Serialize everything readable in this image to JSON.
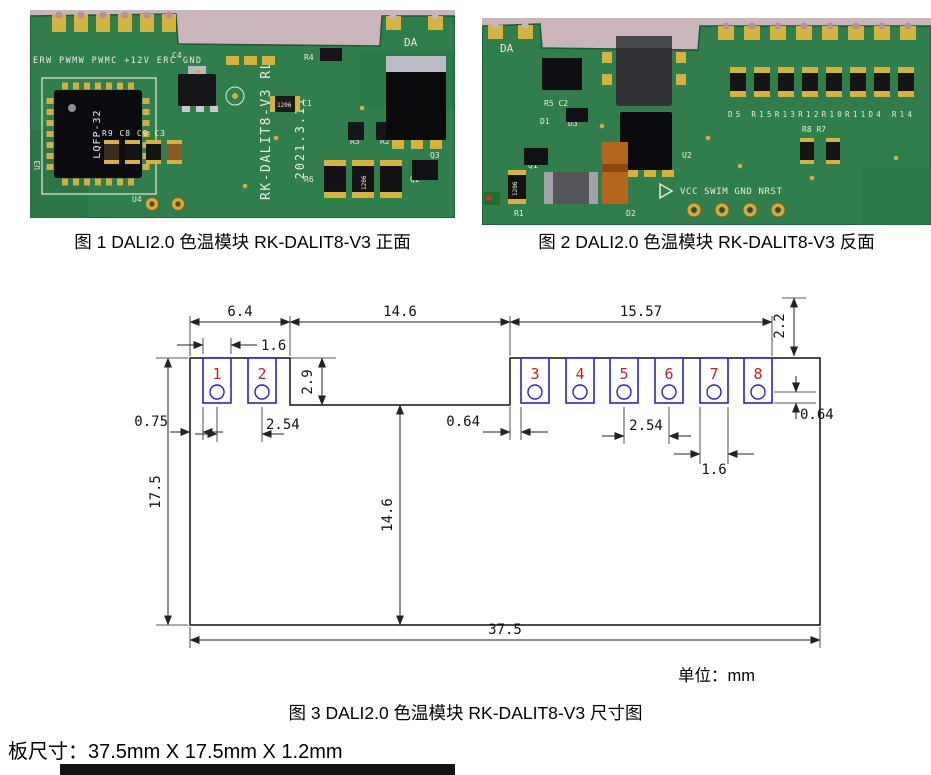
{
  "figures": {
    "fig1_caption": "图 1 DALI2.0 色温模块 RK-DALIT8-V3  正面",
    "fig2_caption": "图 2 DALI2.0 色温模块 RK-DALIT8-V3  反面",
    "fig3_caption": "图 3 DALI2.0 色温模块 RK-DALIT8-V3  尺寸图"
  },
  "common": {
    "res_code": "1206"
  },
  "pcb_front": {
    "silkscreen": {
      "pin_row": "ERW PWMW PWMC +12V ERC GND",
      "da": "DA",
      "chip": "LQFP-32",
      "u3": "U3",
      "u4": "U4",
      "model": "RK-DALIT8-V3 RL",
      "date": "2021.3.11",
      "c4": "C4",
      "r4": "R4",
      "c1": "C1",
      "row": "R9 C8 C9 C3",
      "r3": "R3",
      "r2": "R2",
      "q3": "Q3",
      "r6": "R6",
      "q2": "Q2"
    }
  },
  "pcb_back": {
    "silkscreen": {
      "da": "DA",
      "r5c2": "R5 C2",
      "d1": "D1",
      "d3": "D3",
      "u2": "U2",
      "res_row": "D5 R15R13R12R10R11D4 R14",
      "r8r7": "R8 R7",
      "q1": "Q1",
      "r1": "R1",
      "d2": "D2",
      "bottom_row": "VCC SWIM GND NRST"
    }
  },
  "drawing": {
    "unit": "单位：mm",
    "pads": [
      "1",
      "2",
      "3",
      "4",
      "5",
      "6",
      "7",
      "8"
    ],
    "dims": {
      "sec_left": "6.4",
      "sec_mid": "14.6",
      "sec_right": "15.57",
      "pad_height": "2.2",
      "pad_w_left": "1.6",
      "step_depth": "2.9",
      "edge_margin": "0.75",
      "pitch_left": "2.54",
      "gap_mid": "0.64",
      "pitch_right": "2.54",
      "hole_offset": "0.64",
      "pad_w_right": "1.6",
      "board_height": "17.5",
      "body_height": "14.6",
      "board_width": "37.5"
    }
  },
  "footer": {
    "board_size": "板尺寸：37.5mm X 17.5mm X 1.2mm"
  }
}
